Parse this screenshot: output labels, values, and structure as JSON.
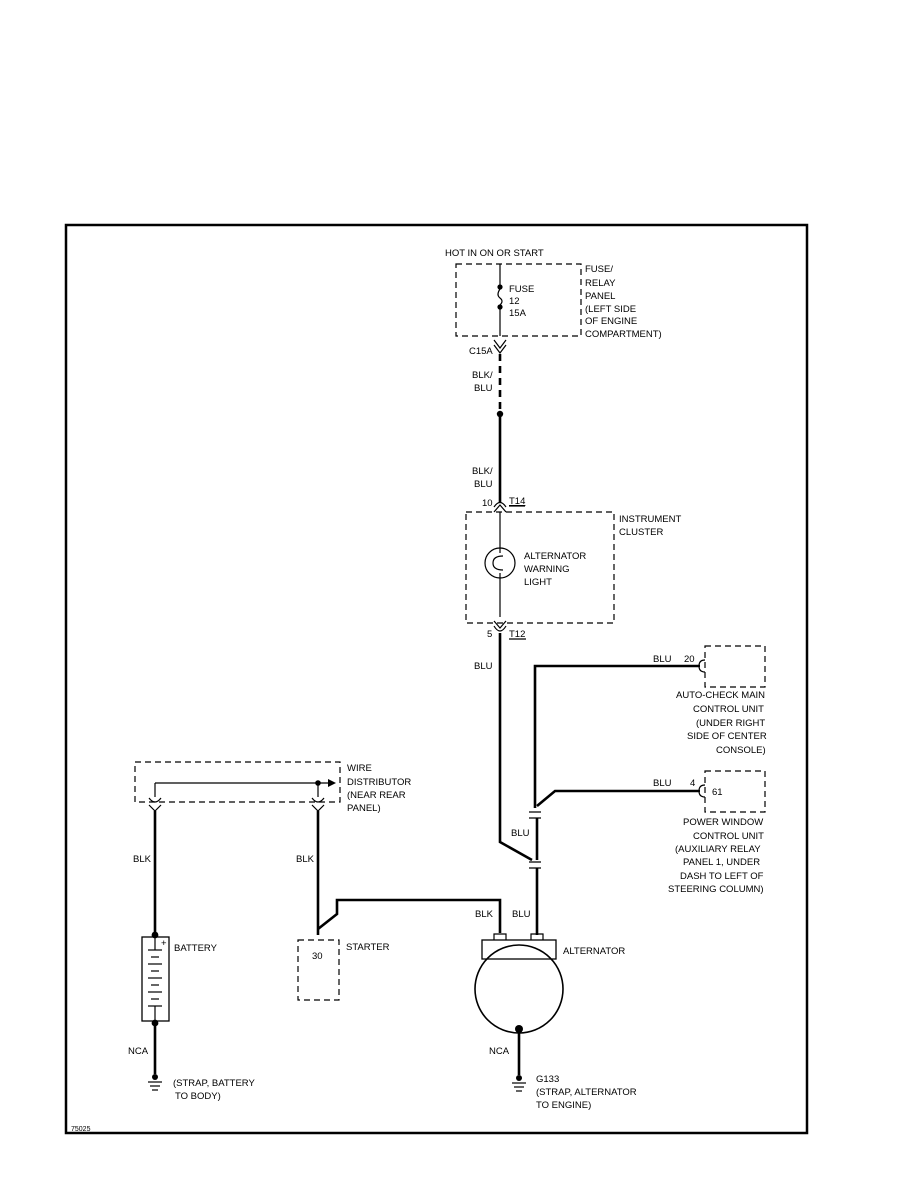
{
  "diagram_id": "75025",
  "fuse_panel": {
    "header": "HOT IN ON OR START",
    "fuse_label": "FUSE",
    "fuse_number": "12",
    "fuse_rating": "15A",
    "panel_label": [
      "FUSE/",
      "RELAY",
      "PANEL",
      "(LEFT SIDE",
      "OF ENGINE",
      "COMPARTMENT)"
    ],
    "connector": "C15A"
  },
  "wire_colors": {
    "blk_blu_upper": [
      "BLK/",
      "BLU"
    ],
    "blk_blu_lower": [
      "BLK/",
      "BLU"
    ],
    "cluster_out": "BLU",
    "to_autocheck": "BLU",
    "to_power_window": "BLU",
    "alt_splice": "BLU",
    "alt_feed": "BLU",
    "battery_cable": "BLK",
    "starter_cable": "BLK",
    "alt_blk": "BLK"
  },
  "instrument_cluster": {
    "label": [
      "INSTRUMENT",
      "CLUSTER"
    ],
    "top_pin": "10",
    "top_connector": "T14",
    "bottom_pin": "5",
    "bottom_connector": "T12",
    "lamp_label": [
      "ALTERNATOR",
      "WARNING",
      "LIGHT"
    ]
  },
  "autocheck_unit": {
    "pin": "20",
    "label": [
      "AUTO-CHECK MAIN",
      "CONTROL UNIT",
      "(UNDER RIGHT",
      "SIDE OF CENTER",
      "CONSOLE)"
    ]
  },
  "power_window_unit": {
    "pin": "4",
    "terminal": "61",
    "label": [
      "POWER WINDOW",
      "CONTROL UNIT",
      "(AUXILIARY RELAY",
      "PANEL 1, UNDER",
      "DASH TO LEFT OF",
      "STEERING COLUMN)"
    ]
  },
  "wire_distributor": {
    "label": [
      "WIRE",
      "DISTRIBUTOR",
      "(NEAR REAR",
      "PANEL)"
    ]
  },
  "battery": {
    "label": "BATTERY",
    "plus": "+",
    "minus": "_",
    "ground_wire": "NCA",
    "ground_note": [
      "(STRAP, BATTERY",
      "TO BODY)"
    ]
  },
  "starter": {
    "label": "STARTER",
    "terminal": "30"
  },
  "alternator": {
    "label": "ALTERNATOR",
    "ground_wire": "NCA",
    "ground_id": "G133",
    "ground_note": [
      "(STRAP, ALTERNATOR",
      "TO ENGINE)"
    ]
  }
}
